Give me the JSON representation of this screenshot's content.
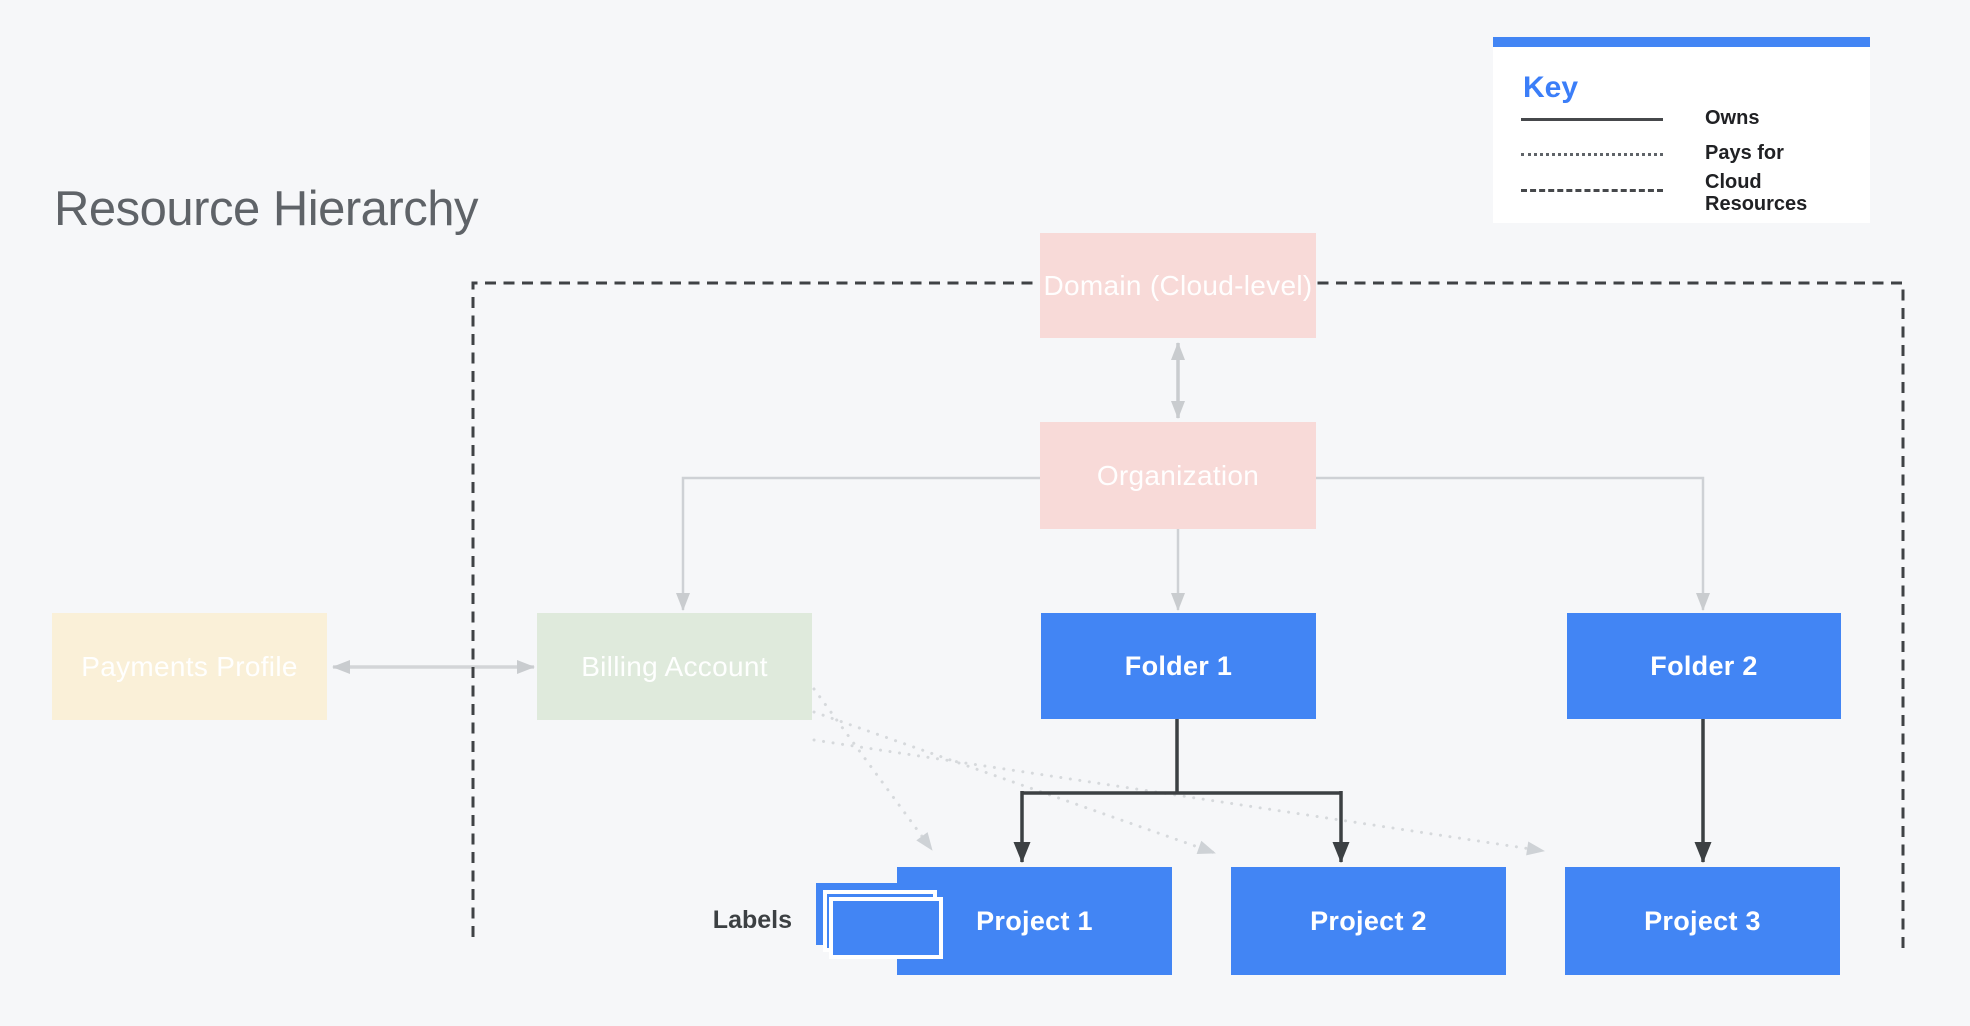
{
  "title": "Resource Hierarchy",
  "key": {
    "heading": "Key",
    "entries": [
      {
        "style": "solid",
        "label": "Owns"
      },
      {
        "style": "dotted",
        "label": "Pays for"
      },
      {
        "style": "dashed",
        "label": "Cloud Resources"
      }
    ]
  },
  "nodes": {
    "domain": {
      "label": "Domain (Cloud-level)",
      "color": "#f8dad8"
    },
    "organization": {
      "label": "Organization",
      "color": "#f8dad8"
    },
    "payments_profile": {
      "label": "Payments Profile",
      "color": "#faf0d8"
    },
    "billing_account": {
      "label": "Billing Account",
      "color": "#dfeadc"
    },
    "folder_1": {
      "label": "Folder 1",
      "color": "#4285f4"
    },
    "folder_2": {
      "label": "Folder 2",
      "color": "#4285f4"
    },
    "project_1": {
      "label": "Project 1",
      "color": "#4285f4"
    },
    "project_2": {
      "label": "Project 2",
      "color": "#4285f4"
    },
    "project_3": {
      "label": "Project 3",
      "color": "#4285f4"
    }
  },
  "labels_caption": "Labels",
  "colors": {
    "background": "#f6f7f9",
    "accent_blue": "#4285f4",
    "pink": "#f8dad8",
    "cream": "#faf0d8",
    "green": "#dfeadc",
    "dark_line": "#3c4043",
    "dashed_boundary": "#3f4245",
    "gray_connector": "#c9cccf",
    "dotted_connector": "#d6d9dc",
    "title_text": "#5f6368",
    "key_heading_text": "#3b7ef8",
    "key_label_text": "#202124"
  }
}
